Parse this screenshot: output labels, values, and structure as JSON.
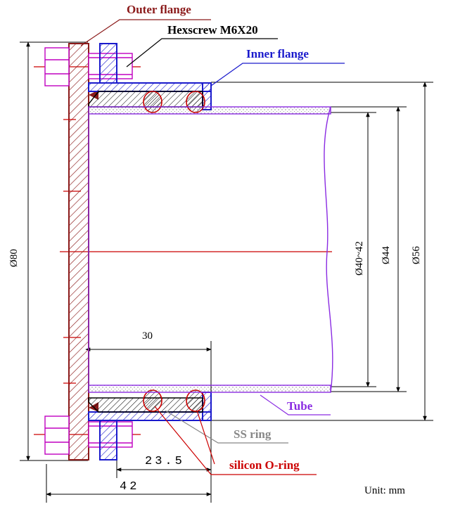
{
  "labels": {
    "outer_flange": "Outer flange",
    "hexscrew": "Hexscrew M6X20",
    "inner_flange": "Inner flange",
    "tube": "Tube",
    "ss_ring": "SS ring",
    "silicon_oring": "silicon O-ring",
    "unit": "Unit: mm"
  },
  "dimensions": {
    "d80": "Ø80",
    "d40_42": "Ø40~42",
    "d44": "Ø44",
    "d56": "Ø56",
    "len30": "30",
    "len23_5": "23.5",
    "len42": "42"
  },
  "colors": {
    "outer_flange": "#8b1a1a",
    "inner_flange": "#1a1acc",
    "tube": "#8a2be2",
    "ss_ring": "#888888",
    "oring": "#cc0000",
    "centerline": "#cc0000",
    "dimension": "#000000"
  }
}
